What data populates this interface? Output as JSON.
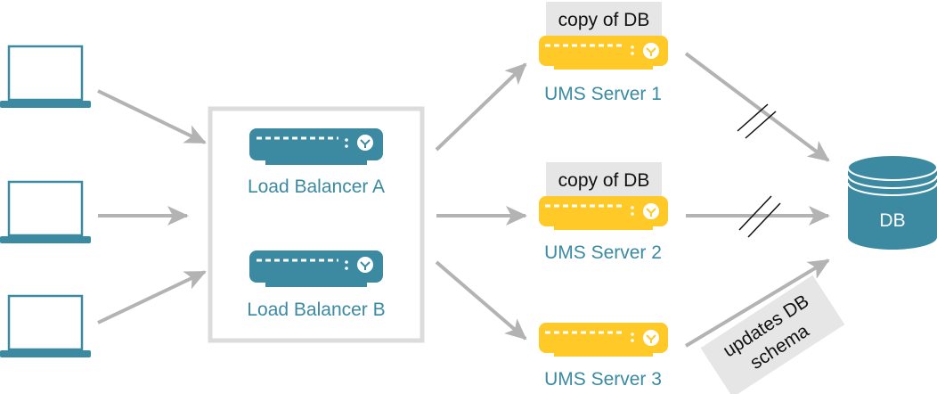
{
  "load_balancers": [
    {
      "label": "Load Balancer A"
    },
    {
      "label": "Load Balancer B"
    }
  ],
  "servers": [
    {
      "label": "UMS Server 1",
      "note": "copy of DB"
    },
    {
      "label": "UMS Server 2",
      "note": "copy of DB"
    },
    {
      "label": "UMS Server 3"
    }
  ],
  "database": {
    "label": "DB"
  },
  "update_note": {
    "line1": "updates DB",
    "line2": "schema"
  },
  "colors": {
    "teal": "#3b8aa1",
    "yellow": "#ffc928",
    "arrow": "#b3b3b3",
    "box_border": "#dcdcdc",
    "note_bg": "#e6e6e6"
  }
}
